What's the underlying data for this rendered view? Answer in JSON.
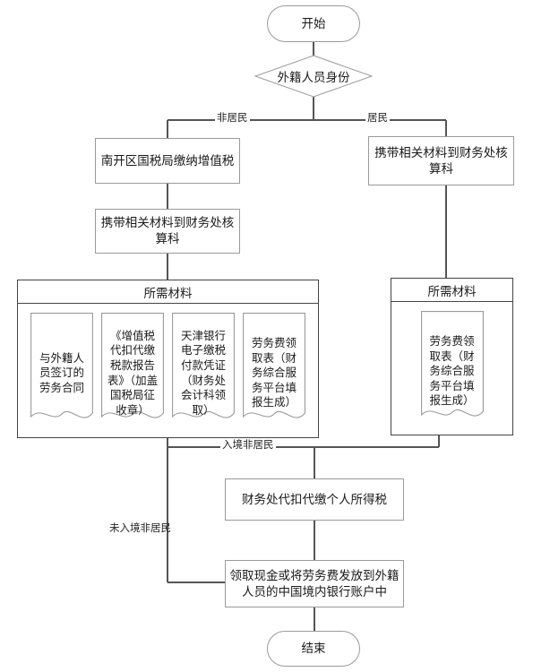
{
  "diagram": {
    "type": "flowchart",
    "language": "zh-CN",
    "orientation": "top-to-bottom",
    "colors": {
      "node_border": "#9a9a9a",
      "group_border": "#444444",
      "edge": "#555555",
      "text": "#1a1a1a",
      "background": "#ffffff"
    },
    "start": {
      "label": "开始"
    },
    "decision": {
      "label": "外籍人员身份"
    },
    "branch_labels": {
      "non_resident": "非居民",
      "resident": "居民",
      "entered_non_resident": "入境非居民",
      "not_entered_non_resident": "未入境非居民"
    },
    "left_branch": {
      "step1": "南开区国税局缴纳增值税",
      "step2": "携带相关材料到财务处核算科",
      "materials_title": "所需材料",
      "materials": [
        "与外籍人员签订的劳务合同",
        "《增值税代扣代缴税款报告表》（加盖国税局征收章）",
        "天津银行电子缴税付款凭证（财务处会计科领取）",
        "劳务费领取表（财务综合服务平台填报生成）"
      ]
    },
    "right_branch": {
      "step1": "携带相关材料到财务处核算科",
      "materials_title": "所需材料",
      "materials": [
        "劳务费领取表（财务综合服务平台填报生成）"
      ]
    },
    "merge_step": "财务处代扣代缴个人所得税",
    "payout_step": "领取现金或将劳务费发放到外籍人员的中国境内银行账户中",
    "end": {
      "label": "结束"
    }
  }
}
